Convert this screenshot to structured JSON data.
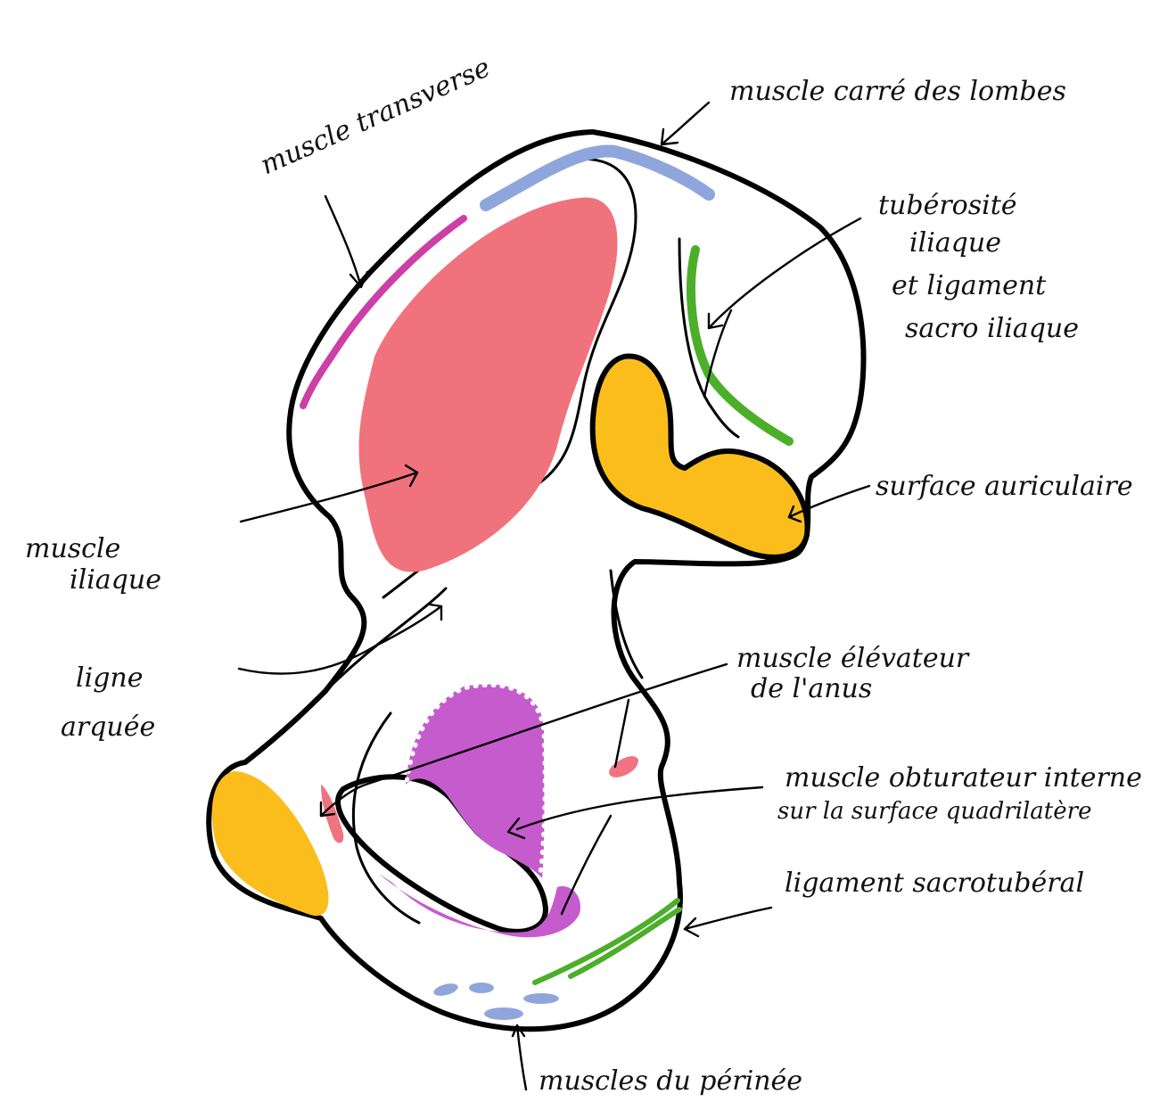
{
  "labels": {
    "transverse": "muscle transverse",
    "carre_lombes": "muscle carré des lombes",
    "tuberosite_1": "tubérosité",
    "tuberosite_2": "iliaque",
    "tuberosite_3": "et ligament",
    "tuberosite_4": "sacro iliaque",
    "surface_auriculaire": "surface auriculaire",
    "iliaque_1": "muscle",
    "iliaque_2": "iliaque",
    "ligne_1": "ligne",
    "ligne_2": "arquée",
    "elevateur_1": "muscle élévateur",
    "elevateur_2": "de l'anus",
    "obturateur_1": "muscle obturateur interne",
    "obturateur_2": "sur la surface quadrilatère",
    "sacrotuberal": "ligament sacrotubéral",
    "perinee": "muscles du périnée"
  },
  "colors": {
    "iliacus": "#f0727c",
    "carre_lombes": "#8fa6dc",
    "transverse": "#cc3fa6",
    "ligament": "#4caf2a",
    "auricular": "#fbbd1c",
    "obturator": "#c55bcc",
    "levator": "#ef7380",
    "perineum": "#8fa6dc",
    "outline": "#000000"
  }
}
